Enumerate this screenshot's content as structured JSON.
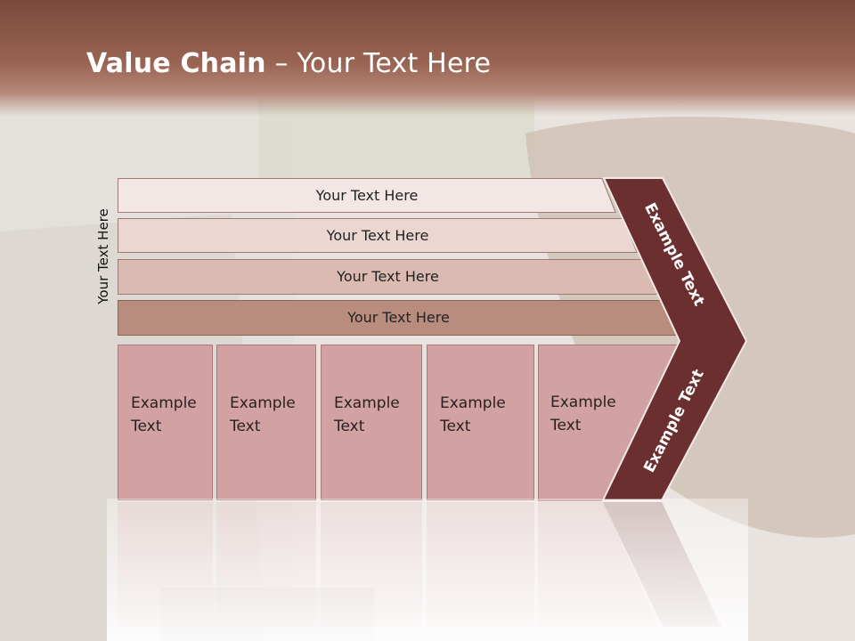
{
  "title": {
    "bold": "Value Chain",
    "rest": " – Your Text Here"
  },
  "side_label": "Your Text Here",
  "bars": [
    "Your Text Here",
    "Your Text Here",
    "Your Text Here",
    "Your Text Here"
  ],
  "columns": [
    {
      "line1": "Example",
      "line2": "Text"
    },
    {
      "line1": "Example",
      "line2": "Text"
    },
    {
      "line1": "Example",
      "line2": "Text"
    },
    {
      "line1": "Example",
      "line2": "Text"
    },
    {
      "line1": "Example",
      "line2": "Text"
    }
  ],
  "chevron_upper": "Example Text",
  "chevron_lower": "Example Text",
  "colors": {
    "bar_1": "#f3e7e6",
    "bar_2": "#ebd6d2",
    "bar_3": "#dbbbb1",
    "bar_4": "#b88d7e",
    "columns": "#d2a2a2",
    "chevron": "#6b2f2f",
    "title_band": "#7a4a3c"
  }
}
